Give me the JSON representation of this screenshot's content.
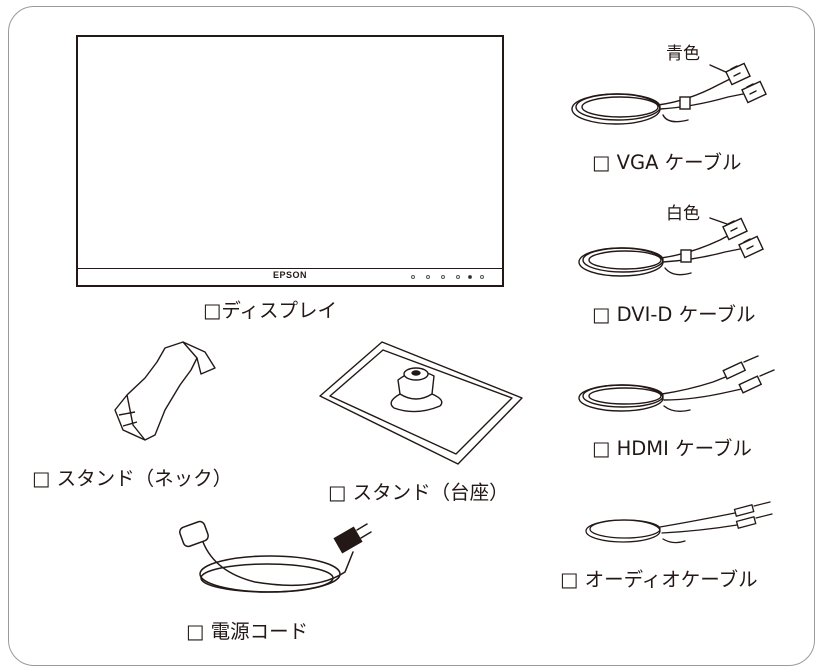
{
  "monitor": {
    "brand": "EPSON"
  },
  "items": {
    "display": "□ディスプレイ",
    "vga": "□ VGA ケーブル",
    "dvi": "□ DVI-D ケーブル",
    "hdmi": "□ HDMI ケーブル",
    "audio": "□ オーディオケーブル",
    "stand_neck": "□ スタンド（ネック）",
    "stand_base": "□ スタンド（台座）",
    "power": "□ 電源コード"
  },
  "callouts": {
    "vga_color": "青色",
    "dvi_color": "白色"
  }
}
